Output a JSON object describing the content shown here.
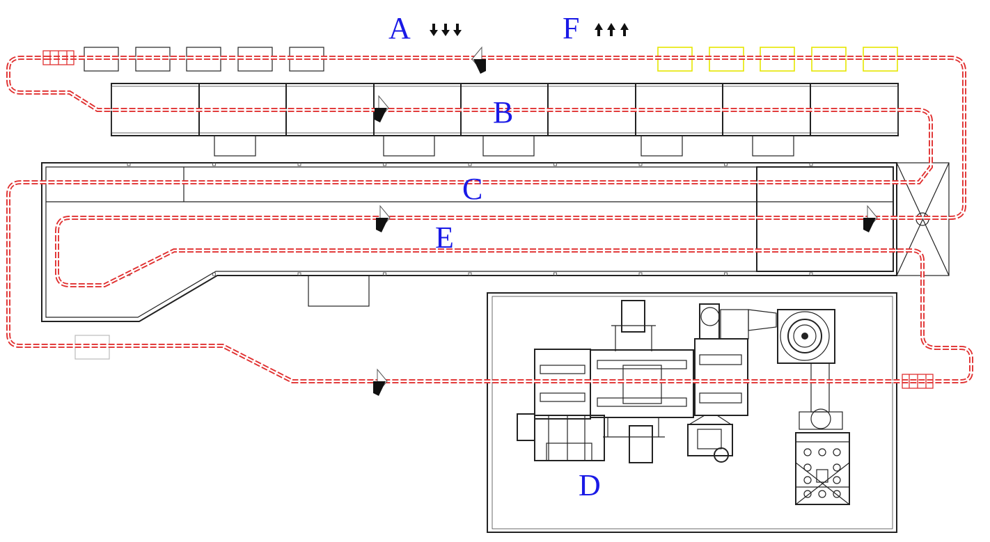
{
  "labels": {
    "a": "A",
    "b": "B",
    "c": "C",
    "d": "D",
    "e": "E",
    "f": "F"
  },
  "indicators": {
    "a_arrows": "down-arrows-icon",
    "f_arrows": "up-arrows-icon"
  },
  "colors": {
    "label": "#1a1ae6",
    "conveyor": "#e03030",
    "unload_station": "#e6e600",
    "line": "#222222"
  }
}
